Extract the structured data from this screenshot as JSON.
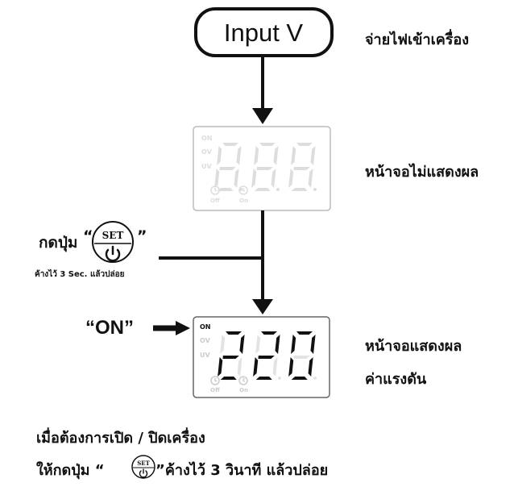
{
  "input_box": {
    "label": "Input V",
    "caption": "จ่ายไฟเข้าเครื่อง"
  },
  "display_off": {
    "indicators": {
      "on": "ON",
      "ov": "OV",
      "uv": "UV",
      "off_timer": "Off",
      "on_timer": "On"
    },
    "digits": "8.8.8.",
    "caption": "หน้าจอไม่แสดงผล"
  },
  "press_step": {
    "prefix": "กดปุ่ม",
    "open_quote": "“",
    "close_quote": "”",
    "button_label": "SET",
    "note": "ค้างไว้ 3 Sec. แล้วปล่อย"
  },
  "on_marker": {
    "label": "“ON”"
  },
  "display_on": {
    "indicators": {
      "on": "ON",
      "ov": "OV",
      "uv": "UV",
      "off_timer": "Off",
      "on_timer": "On"
    },
    "digits": "220",
    "caption_line1": "หน้าจอแสดงผล",
    "caption_line2": "ค่าแรงดัน"
  },
  "instructions": {
    "line1": "เมื่อต้องการเปิด / ปิดเครื่อง",
    "line2_prefix": "ให้กดปุ่ม “",
    "line2_suffix": "”ค้างไว้ 3 วินาที แล้วปล่อย",
    "button_label": "SET"
  },
  "colors": {
    "ink": "#111111",
    "faint": "#dddddd",
    "panel_border": "#666666"
  }
}
